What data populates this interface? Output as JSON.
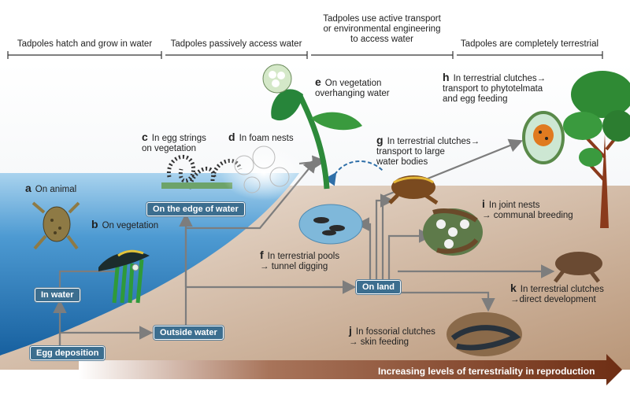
{
  "headers": [
    "Tadpoles hatch and grow in water",
    "Tadpoles passively access water",
    "Tadpoles use active transport\nor environmental engineering\nto access water",
    "Tadpoles are completely terrestrial"
  ],
  "boxes": {
    "egg_deposition": "Egg deposition",
    "in_water": "In water",
    "outside_water": "Outside water",
    "edge_of_water": "On the edge of water",
    "on_land": "On land"
  },
  "labels": {
    "a": {
      "letter": "a",
      "text": "On animal"
    },
    "b": {
      "letter": "b",
      "text": "On vegetation"
    },
    "c": {
      "letter": "c",
      "text": "In egg strings\non vegetation"
    },
    "d": {
      "letter": "d",
      "text": "In foam nests"
    },
    "e": {
      "letter": "e",
      "text": "On vegetation\noverhanging water"
    },
    "f": {
      "letter": "f",
      "text": "In terrestrial pools\n→ tunnel digging"
    },
    "g": {
      "letter": "g",
      "text": "In terrestrial clutches→\ntransport to large\nwater bodies"
    },
    "h": {
      "letter": "h",
      "text": "In terrestrial clutches→\ntransport to phytotelmata\nand egg feeding"
    },
    "i": {
      "letter": "i",
      "text": "In joint nests\n→ communal breeding"
    },
    "j": {
      "letter": "j",
      "text": "In fossorial clutches\n→ skin feeding"
    },
    "k": {
      "letter": "k",
      "text": "In terrestrial clutches\n→direct development"
    }
  },
  "footer": "Increasing levels of terrestriality in reproduction",
  "colors": {
    "water": "#2f84c4",
    "land": "#c7a88e",
    "box": "#3c6e8f",
    "arrow": "#7d7d7d",
    "footer_bar": "#6e2e14"
  }
}
